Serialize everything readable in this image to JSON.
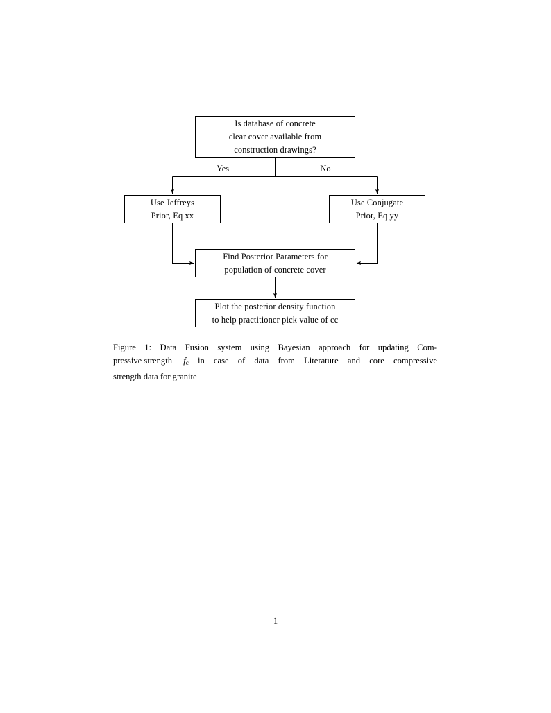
{
  "document": {
    "page_number": "1",
    "background_color": "#ffffff",
    "text_color": "#000000"
  },
  "figure": {
    "nodes": [
      {
        "id": "question",
        "name": "decision-node-database-available",
        "lines": [
          "Is database of concrete",
          "clear cover available from",
          "construction drawings?"
        ]
      },
      {
        "id": "jeffreys",
        "name": "process-node-jeffreys-prior",
        "lines": [
          "Use Jeffreys",
          "Prior, Eq xx"
        ]
      },
      {
        "id": "conjugate",
        "name": "process-node-conjugate-prior",
        "lines": [
          "Use Conjugate",
          "Prior, Eq yy"
        ]
      },
      {
        "id": "posterior",
        "name": "process-node-find-posterior-parameters",
        "lines": [
          "Find Posterior Parameters for",
          "population of concrete cover"
        ]
      },
      {
        "id": "plot",
        "name": "process-node-plot-posterior-density",
        "lines": [
          "Plot the posterior density function",
          "to help practitioner pick value of cc"
        ]
      }
    ],
    "edge_labels": {
      "yes": "Yes",
      "no": "No"
    }
  },
  "caption": {
    "label": "Figure 1:",
    "line1_a": "Figure 1:  Data Fusion system using Bayesian approach for updating Com-",
    "line1_words": [
      "Figure",
      "1:",
      "Data",
      "Fusion",
      "system",
      "using",
      "Bayesian",
      "approach",
      "for",
      "updating",
      "Com-"
    ],
    "line2_pre": "pressive strength ",
    "line2_math_base": "f",
    "line2_math_sub": "c",
    "line2_post_words": [
      "in",
      "case",
      "of",
      "data",
      "from",
      "Literature",
      "and",
      "core",
      "compressive"
    ],
    "line3": "strength data for granite",
    "full_text": "Figure 1: Data Fusion system using Bayesian approach for updating Compressive strength fc in case of data from Literature and core compressive strength data for granite"
  }
}
